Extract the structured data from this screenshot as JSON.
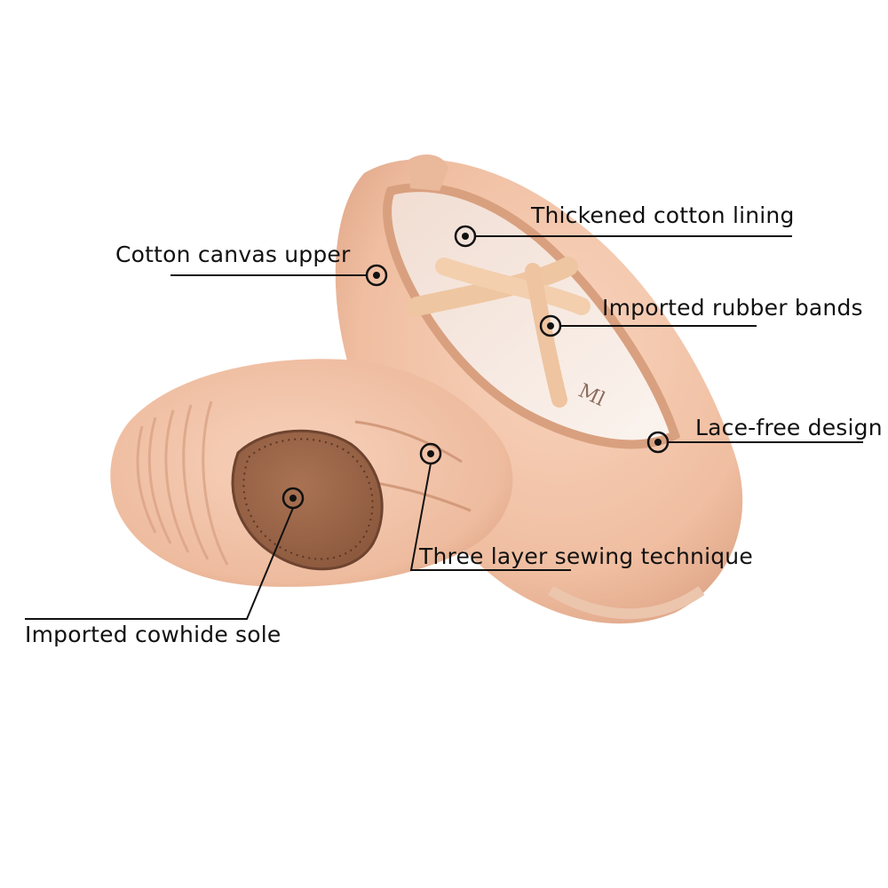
{
  "callouts": {
    "thickened_lining": "Thickened cotton lining",
    "canvas_upper": "Cotton canvas upper",
    "rubber_bands": "Imported rubber bands",
    "lace_free": "Lace-free design",
    "three_layer": "Three layer sewing technique",
    "cowhide_sole": "Imported cowhide sole"
  },
  "colors": {
    "canvas": "#f2c4a8",
    "canvas_shadow": "#d8a184",
    "lining": "#f6ece6",
    "elastic": "#f0c9a6",
    "sole_leather": "#9a6447",
    "leader_line": "#111111"
  }
}
